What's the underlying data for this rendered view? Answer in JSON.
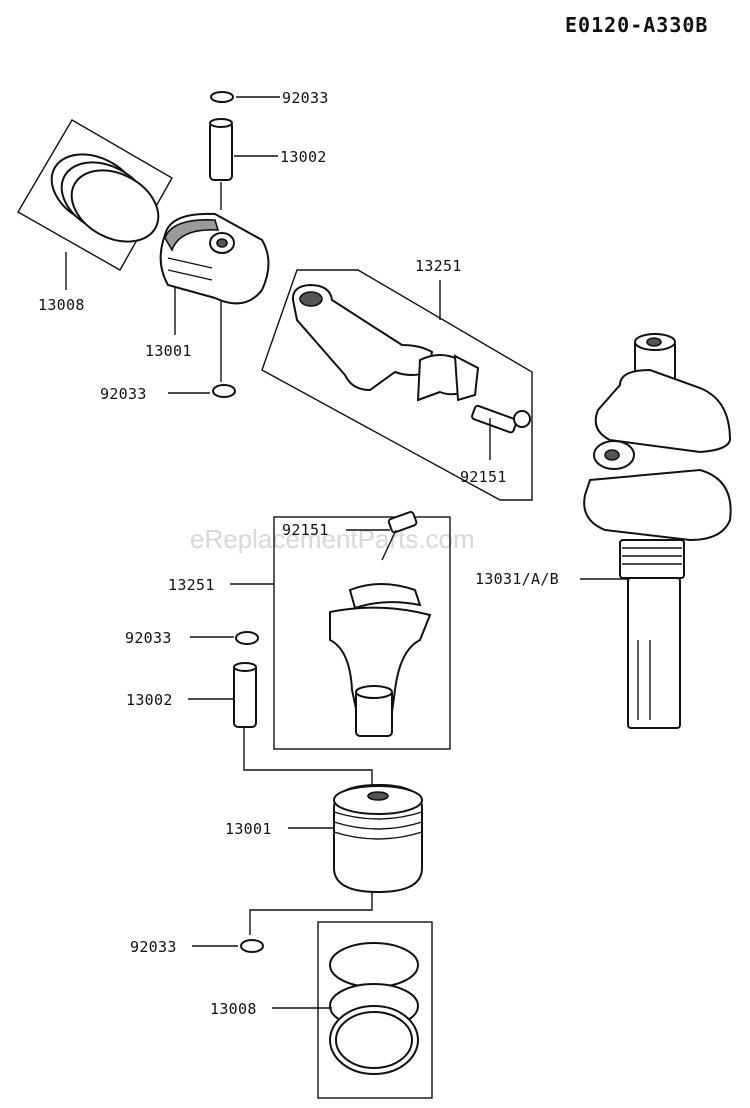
{
  "diagram_code": "E0120-A330B",
  "watermark": "eReplacementParts.com",
  "callouts": {
    "snap_ring_top": "92033",
    "piston_pin_top": "13002",
    "ring_set_top": "13008",
    "piston_top": "13001",
    "snap_ring_mid": "92033",
    "conrod_top": "13251",
    "bolt_top": "92151",
    "bolt_lower": "92151",
    "conrod_lower": "13251",
    "crankshaft": "13031/A/B",
    "snap_ring_lower_a": "92033",
    "piston_pin_lower": "13002",
    "piston_lower": "13001",
    "snap_ring_lower_b": "92033",
    "ring_set_lower": "13008"
  }
}
